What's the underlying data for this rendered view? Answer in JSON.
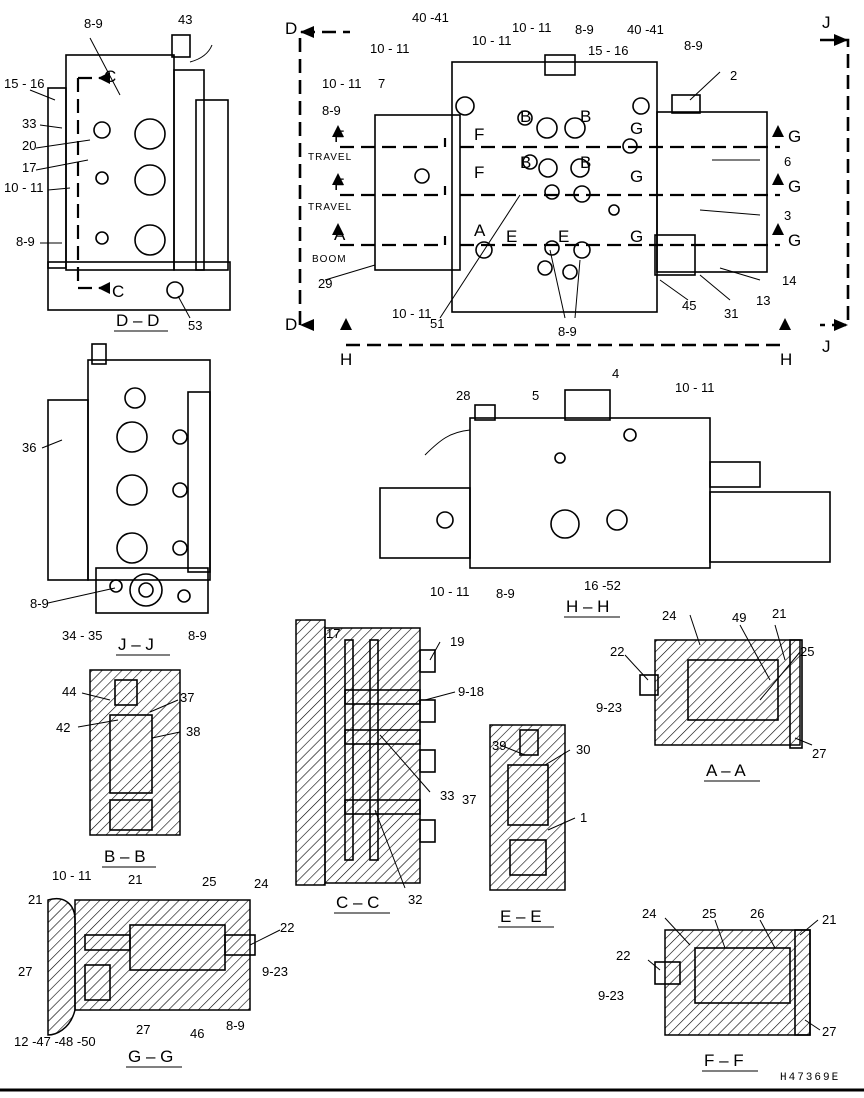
{
  "drawing_code": "H47369E",
  "section_titles": {
    "dd": "D – D",
    "jj": "J – J",
    "hh": "H – H",
    "bb": "B – B",
    "cc": "C – C",
    "ee": "E – E",
    "aa": "A – A",
    "gg": "G – G",
    "ff": "F – F"
  },
  "section_markers": {
    "a": "A",
    "b": "B",
    "c": "C",
    "d": "D",
    "e": "E",
    "f": "F",
    "g": "G",
    "h": "H",
    "j": "J"
  },
  "function_labels": {
    "travel": "TRAVEL",
    "boom": "BOOM"
  },
  "callouts": {
    "c1": "1",
    "c2": "2",
    "c3": "3",
    "c4": "4",
    "c5": "5",
    "c6": "6",
    "c7": "7",
    "c13": "13",
    "c14": "14",
    "c17": "17",
    "c19": "19",
    "c20": "20",
    "c21": "21",
    "c22": "22",
    "c24": "24",
    "c25": "25",
    "c26": "26",
    "c27": "27",
    "c28": "28",
    "c29": "29",
    "c30": "30",
    "c31": "31",
    "c32": "32",
    "c33": "33",
    "c36": "36",
    "c37": "37",
    "c38": "38",
    "c39": "39",
    "c42": "42",
    "c43": "43",
    "c44": "44",
    "c45": "45",
    "c46": "46",
    "c49": "49",
    "c51": "51",
    "c53": "53",
    "r89": "8-9",
    "r1011": "10 - 11",
    "r1516": "15 - 16",
    "r4041a": "40 -41",
    "r4041b": "40 -41",
    "r3435": "34 - 35",
    "r1652": "16 -52",
    "r918": "9-18",
    "r923": "9-23",
    "r124748": "12 -47 -48 -50"
  }
}
